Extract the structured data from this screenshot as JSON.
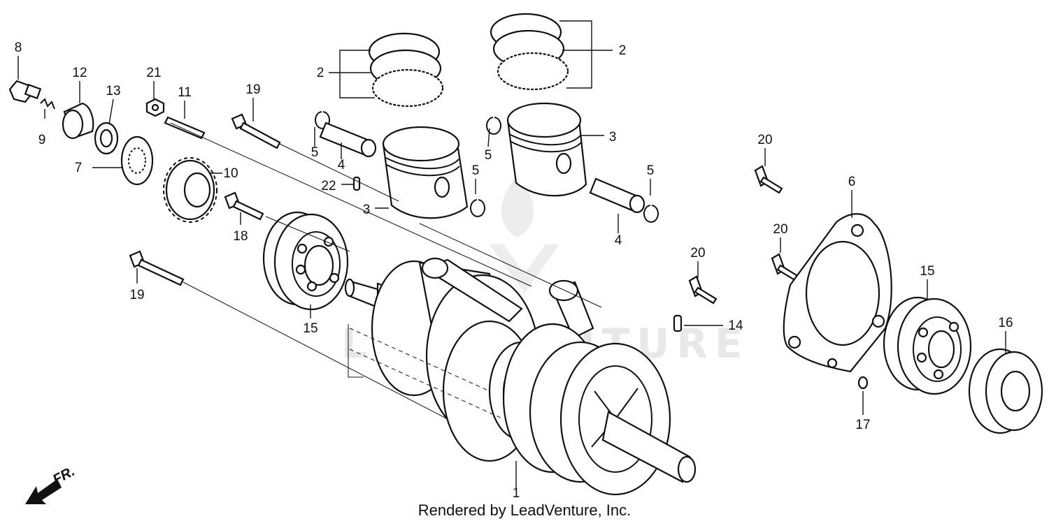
{
  "callouts": [
    {
      "id": "c8",
      "text": "8"
    },
    {
      "id": "c9",
      "text": "9"
    },
    {
      "id": "c12",
      "text": "12"
    },
    {
      "id": "c13",
      "text": "13"
    },
    {
      "id": "c21",
      "text": "21"
    },
    {
      "id": "c11",
      "text": "11"
    },
    {
      "id": "c19a",
      "text": "19"
    },
    {
      "id": "c7",
      "text": "7"
    },
    {
      "id": "c10",
      "text": "10"
    },
    {
      "id": "c18",
      "text": "18"
    },
    {
      "id": "c19b",
      "text": "19"
    },
    {
      "id": "c15a",
      "text": "15"
    },
    {
      "id": "c2a",
      "text": "2"
    },
    {
      "id": "c5a",
      "text": "5"
    },
    {
      "id": "c4a",
      "text": "4"
    },
    {
      "id": "c22",
      "text": "22"
    },
    {
      "id": "c3a",
      "text": "3"
    },
    {
      "id": "c5b",
      "text": "5"
    },
    {
      "id": "c2b",
      "text": "2"
    },
    {
      "id": "c5c",
      "text": "5"
    },
    {
      "id": "c3b",
      "text": "3"
    },
    {
      "id": "c5d",
      "text": "5"
    },
    {
      "id": "c4b",
      "text": "4"
    },
    {
      "id": "c20a",
      "text": "20"
    },
    {
      "id": "c20b",
      "text": "20"
    },
    {
      "id": "c20c",
      "text": "20"
    },
    {
      "id": "c6",
      "text": "6"
    },
    {
      "id": "c14",
      "text": "14"
    },
    {
      "id": "c15b",
      "text": "15"
    },
    {
      "id": "c16",
      "text": "16"
    },
    {
      "id": "c17",
      "text": "17"
    },
    {
      "id": "c1",
      "text": "1"
    }
  ],
  "direction_label": "FR.",
  "footer_credit": "Rendered by LeadVenture, Inc.",
  "watermark_text": "LEADVENTURE"
}
